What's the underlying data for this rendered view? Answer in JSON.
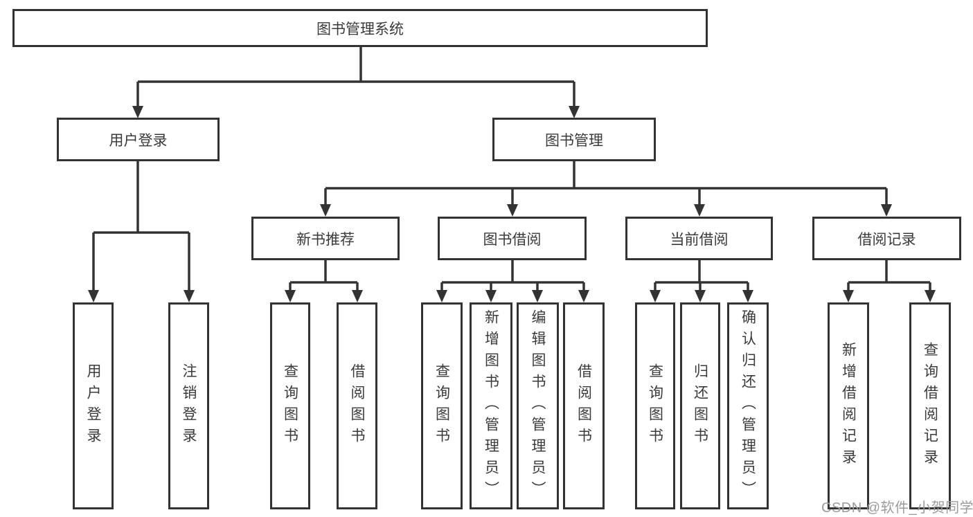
{
  "diagram": {
    "type": "hierarchy-tree",
    "root": {
      "label": "图书管理系统"
    },
    "level2": {
      "user_login": {
        "label": "用户登录"
      },
      "book_mgmt": {
        "label": "图书管理"
      }
    },
    "level3": {
      "new_books": {
        "label": "新书推荐",
        "parent": "图书管理"
      },
      "borrowing": {
        "label": "图书借阅",
        "parent": "图书管理"
      },
      "current": {
        "label": "当前借阅",
        "parent": "图书管理"
      },
      "records": {
        "label": "借阅记录",
        "parent": "图书管理"
      }
    },
    "leaves": {
      "user_login_login": "用户登录",
      "user_login_logout": "注销登录",
      "new_books_query": "查询图书",
      "new_books_borrow": "借阅图书",
      "borrow_query": "查询图书",
      "borrow_add": "新增图书（管理员）",
      "borrow_edit": "编辑图书（管理员）",
      "borrow_borrow": "借阅图书",
      "current_query": "查询图书",
      "current_return": "归还图书",
      "current_confirm": "确认归还（管理员）",
      "records_add": "新增借阅记录",
      "records_query": "查询借阅记录"
    },
    "colors": {
      "line": "#333333",
      "box_border": "#333333",
      "box_fill": "#ffffff",
      "text": "#3a3a3a"
    }
  },
  "watermark": {
    "text": "CSDN @软件_小贺同学",
    "color": "#9b9b9e"
  }
}
